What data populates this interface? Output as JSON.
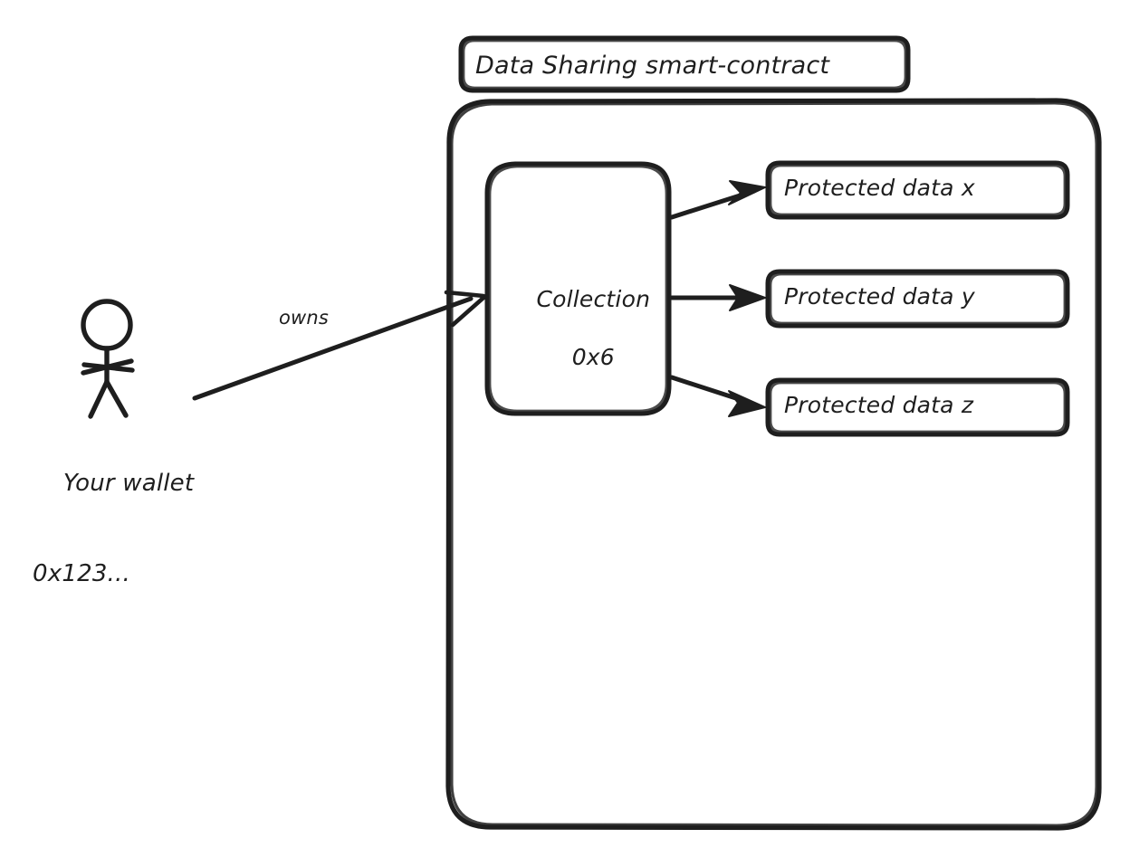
{
  "diagram": {
    "title": "Data Sharing smart-contract",
    "style": "hand-drawn",
    "stroke_color": "#1e1e1e",
    "background_color": "#ffffff",
    "contract_container": {
      "label": "Data Sharing smart-contract"
    },
    "collection": {
      "label_line1": "Collection",
      "label_line2": "0x6",
      "label": "Collection 0x6"
    },
    "protected_data": [
      {
        "label": "Protected data x"
      },
      {
        "label": "Protected data y"
      },
      {
        "label": "Protected data z"
      }
    ],
    "actor": {
      "label_line1": "Your wallet",
      "label_line2": "0x123...",
      "label": "Your wallet 0x123..."
    },
    "edges": [
      {
        "label": "owns",
        "from": "Your wallet 0x123...",
        "to": "Collection 0x6"
      },
      {
        "label": "",
        "from": "Collection 0x6",
        "to": "Protected data x"
      },
      {
        "label": "",
        "from": "Collection 0x6",
        "to": "Protected data y"
      },
      {
        "label": "",
        "from": "Collection 0x6",
        "to": "Protected data z"
      }
    ]
  }
}
